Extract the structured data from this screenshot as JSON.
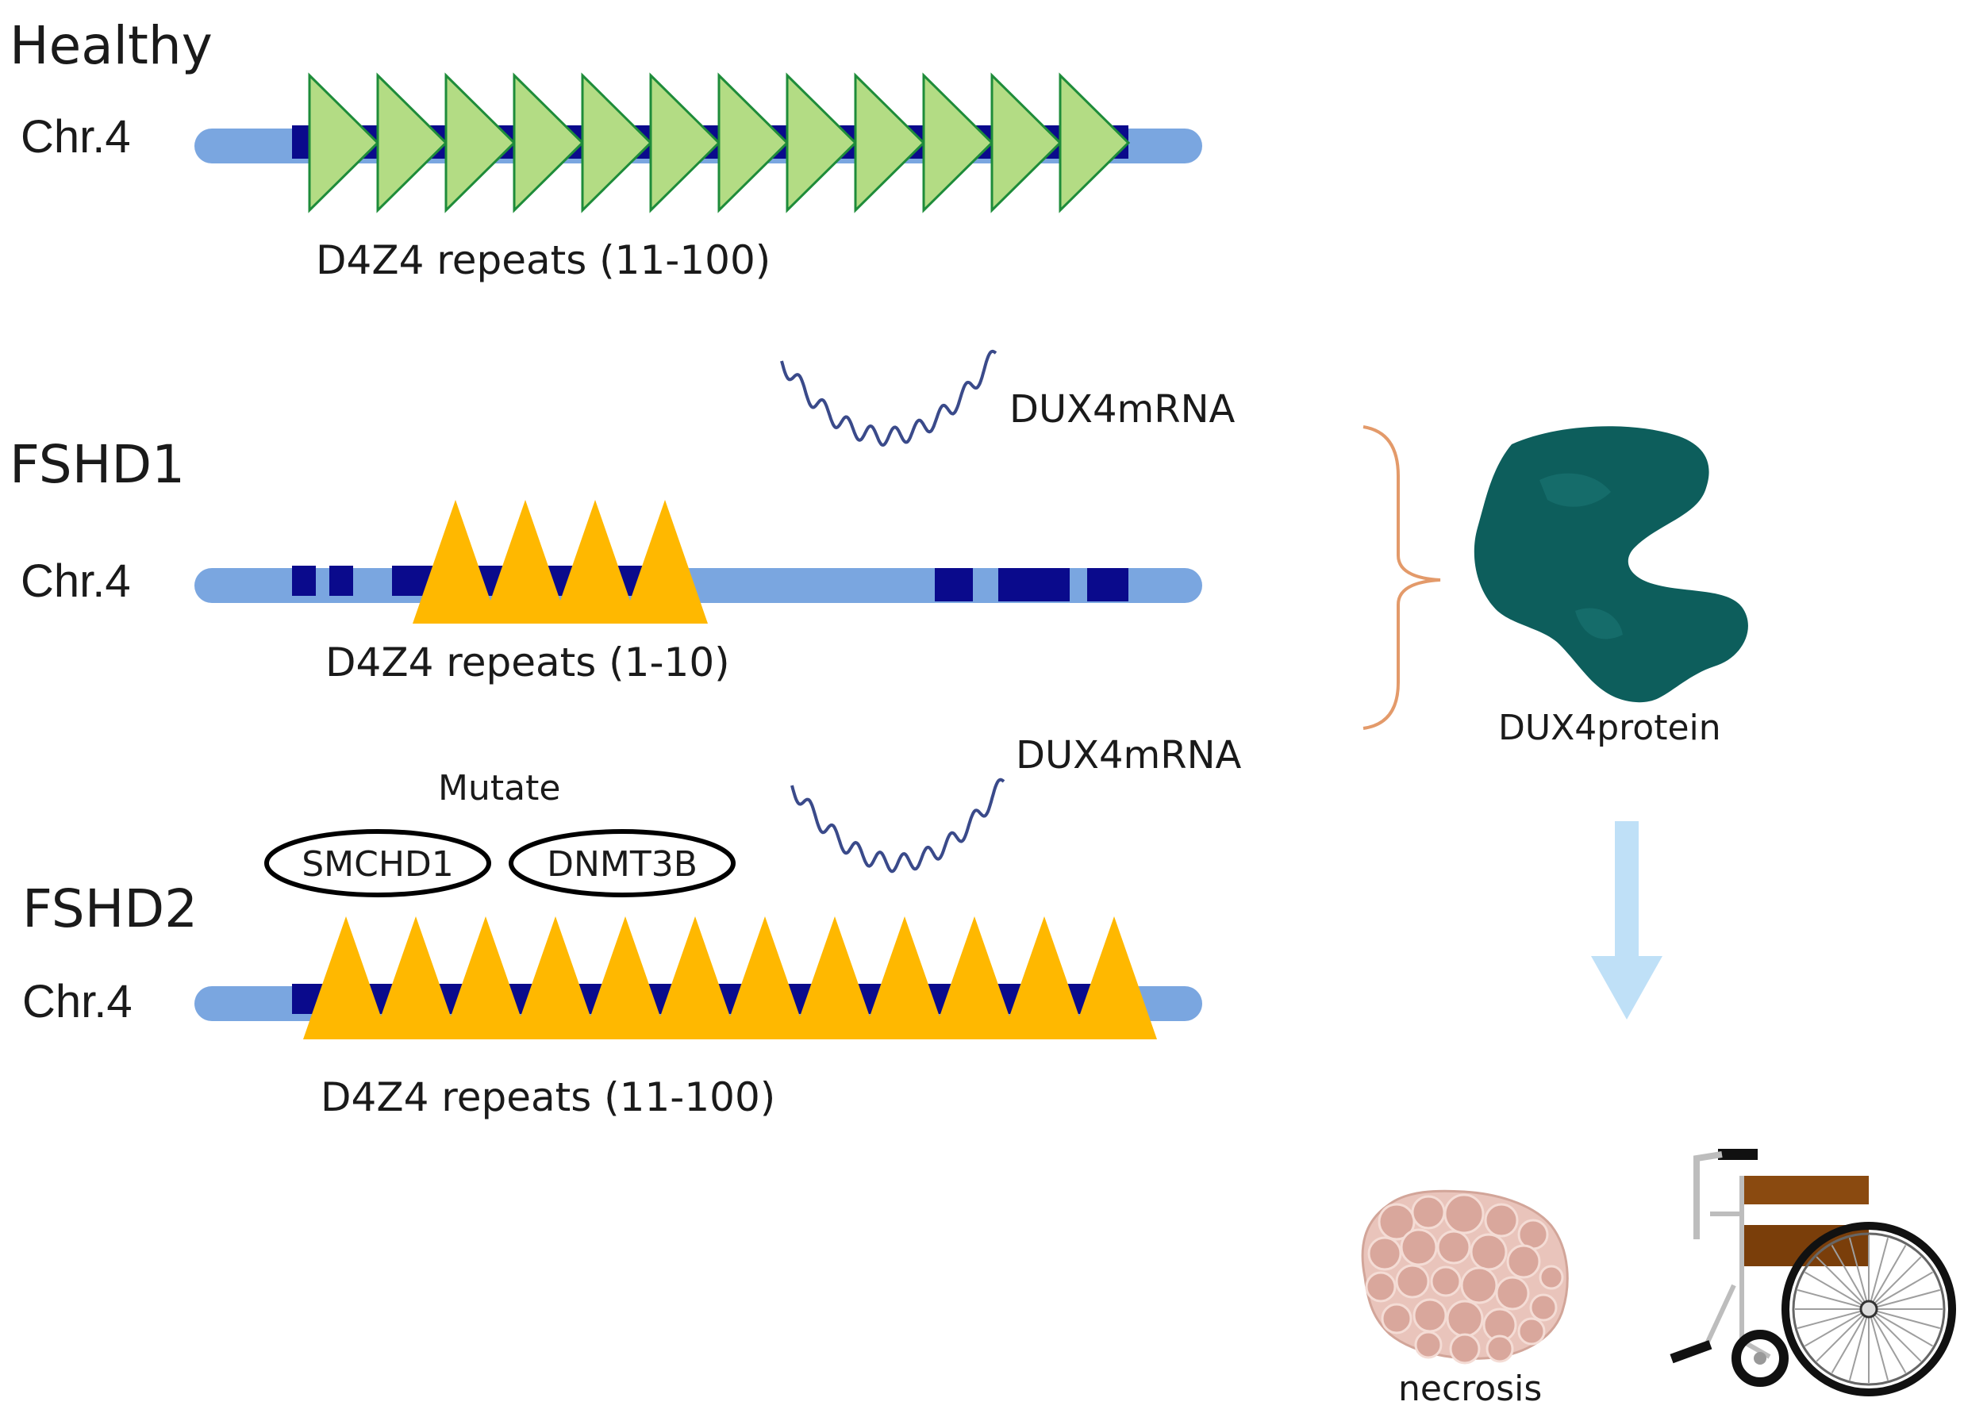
{
  "rows": [
    {
      "id": "healthy",
      "title": "Healthy",
      "chromosome": "Chr.4",
      "repeats_label": "D4Z4 repeats (11-100)",
      "repeat_count": 12,
      "repeat_color": "#B3DC84",
      "repeat_stroke": "#1E8C3A"
    },
    {
      "id": "fshd1",
      "title": "FSHD1",
      "chromosome": "Chr.4",
      "repeats_label": "D4Z4 repeats (1-10)",
      "repeat_count": 4,
      "repeat_color": "#FFB800",
      "repeat_stroke": "none"
    },
    {
      "id": "fshd2",
      "title": "FSHD2",
      "chromosome": "Chr.4",
      "repeats_label": "D4Z4 repeats (11-100)",
      "repeat_count": 12,
      "repeat_color": "#FFB800",
      "repeat_stroke": "none"
    }
  ],
  "mrna_labels": [
    "DUX4mRNA",
    "DUX4mRNA"
  ],
  "mutate": {
    "label": "Mutate",
    "genes": [
      "SMCHD1",
      "DNMT3B"
    ]
  },
  "protein": {
    "label": "DUX4protein",
    "color": "#0D5E5C"
  },
  "outcome": {
    "necrosis_label": "necrosis",
    "icons": [
      "muscle-tissue-icon",
      "wheelchair-icon"
    ]
  },
  "colors": {
    "chromosome_light": "#7AA6E0",
    "chromosome_dark": "#0A0A8C",
    "mrna_wave": "#3A4A8A",
    "brace": "#E39A6A",
    "arrow": "#BFE0F7"
  }
}
